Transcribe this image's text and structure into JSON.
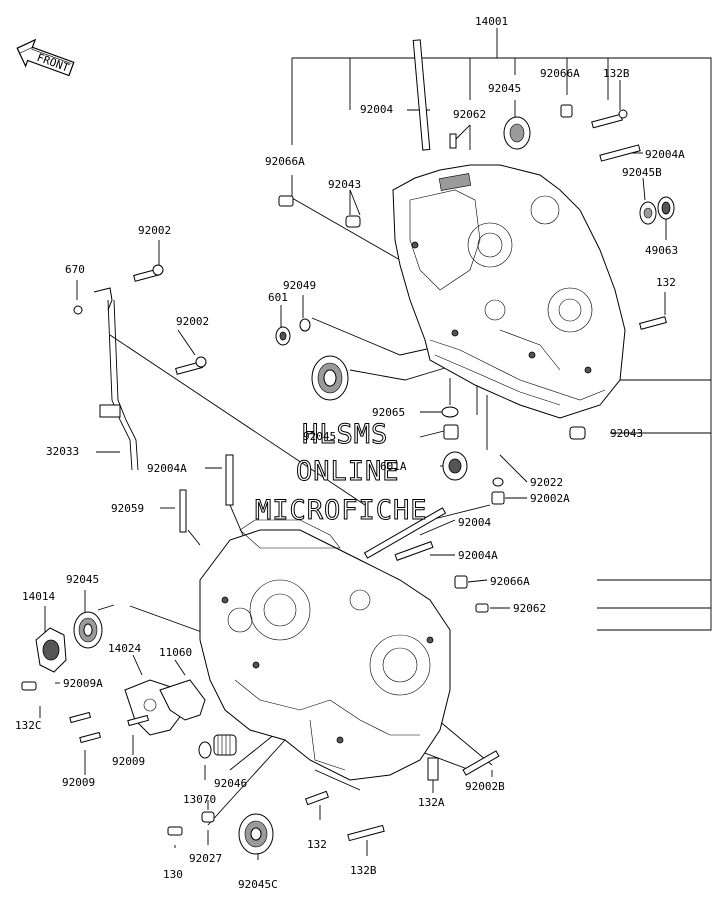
{
  "front_arrow": {
    "label": "FRONT"
  },
  "watermark": {
    "line1": "HLSMS",
    "line2": "ONLINE",
    "line3": "MICROFICHE"
  },
  "parts": [
    "14001",
    "92066A",
    "132B",
    "92045",
    "92062",
    "92004",
    "92004A",
    "92066A",
    "92043",
    "92045B",
    "49063",
    "92002",
    "670",
    "601",
    "92049",
    "132",
    "92002",
    "92065",
    "92045",
    "92043",
    "32033",
    "92004A",
    "601A",
    "92022",
    "92002A",
    "92059",
    "92004",
    "92004A",
    "92066A",
    "92062",
    "92045",
    "14014",
    "14024",
    "11060",
    "92009A",
    "132C",
    "92009",
    "92009",
    "92046",
    "13070",
    "132A",
    "92002B",
    "132",
    "132B",
    "130",
    "92027",
    "92045C"
  ]
}
